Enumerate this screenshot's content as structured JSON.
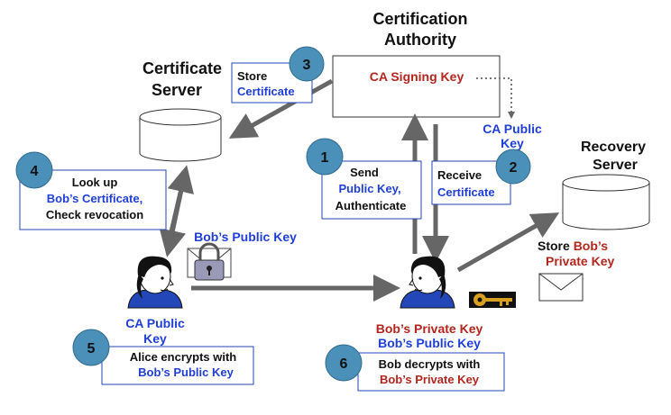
{
  "colors": {
    "blue_text": "#1f3fd6",
    "red_text": "#b3261e",
    "black_text": "#111111",
    "step_circle": "#4a90b8",
    "arrow_gray": "#666666",
    "box_border_blue": "#2346b8"
  },
  "titles": {
    "ca_line1": "Certification",
    "ca_line2": "Authority",
    "cert_server_line1": "Certificate",
    "cert_server_line2": "Server",
    "recovery_line1": "Recovery",
    "recovery_line2": "Server"
  },
  "ca_box": {
    "signing_key": "CA Signing Key"
  },
  "ca_public_key_top": {
    "line1": "CA Public",
    "line2": "Key"
  },
  "ca_public_key_alice": {
    "line1": "CA Public",
    "line2": "Key"
  },
  "steps": {
    "s1": {
      "num": "1",
      "line1": "Send",
      "line2": "Public Key,",
      "line3": "Authenticate"
    },
    "s2": {
      "num": "2",
      "line1": "Receive",
      "line2": "Certificate"
    },
    "s3": {
      "num": "3",
      "line1": "Store",
      "line2": "Certificate"
    },
    "s4": {
      "num": "4",
      "line1": "Look up",
      "line2": "Bob’s Certificate,",
      "line3": "Check revocation"
    },
    "s5": {
      "num": "5",
      "line1": "Alice encrypts with",
      "line2": "Bob’s Public Key"
    },
    "s6": {
      "num": "6",
      "line1": "Bob decrypts with",
      "line2": "Bob’s Private Key"
    }
  },
  "labels": {
    "bobs_public_key_lock": "Bob’s Public Key",
    "bob_private_key": "Bob’s Private Key",
    "bob_public_key": "Bob’s Public Key",
    "store_prefix": "Store ",
    "store_bobs": "Bob’s",
    "store_private_key": "Private Key"
  },
  "icons": {
    "alice": "person-icon",
    "bob": "person-icon",
    "padlock": "padlock-icon",
    "key": "key-icon",
    "envelope": "envelope-icon",
    "cert_db": "database-cylinder-icon",
    "recovery_db": "database-cylinder-icon"
  }
}
